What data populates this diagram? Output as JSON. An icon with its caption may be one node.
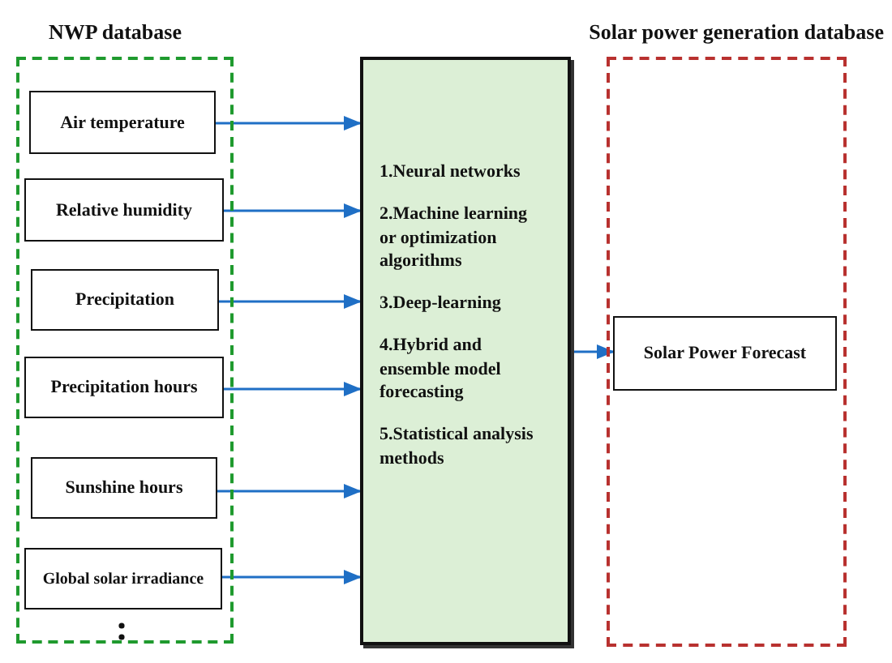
{
  "diagram": {
    "nodes": [
      {
        "text": [
          "NWP database"
        ]
      },
      {
        "text": [
          "Air temperature"
        ],
        "in": 0
      },
      {
        "text": [
          "Relative humidity"
        ],
        "in": 0
      },
      {
        "text": [
          "Precipitation"
        ],
        "in": 0
      },
      {
        "text": [
          "Precipitation hours"
        ],
        "in": 0
      },
      {
        "text": [
          "Sunshine hours"
        ],
        "in": 0
      },
      {
        "text": [
          "Global solar irradiance"
        ],
        "in": 0
      },
      {
        "text": [
          "1.Neural networks",
          "2.Machine learning or optimization algorithms",
          "3.Deep-learning",
          "4.Hybrid and ensemble model forecasting",
          "5.Statistical analysis methods"
        ]
      },
      {
        "text": [
          "Solar power generation database"
        ]
      },
      {
        "text": [
          "Solar Power Forecast"
        ],
        "in": 8
      }
    ],
    "edges": [
      {
        "from": 1,
        "to": 7,
        "arrow": "to"
      },
      {
        "from": 2,
        "to": 7,
        "arrow": "to"
      },
      {
        "from": 3,
        "to": 7,
        "arrow": "to"
      },
      {
        "from": 4,
        "to": 7,
        "arrow": "to"
      },
      {
        "from": 5,
        "to": 7,
        "arrow": "to"
      },
      {
        "from": 6,
        "to": 7,
        "arrow": "to"
      },
      {
        "from": 7,
        "to": 9,
        "arrow": "to"
      }
    ]
  }
}
